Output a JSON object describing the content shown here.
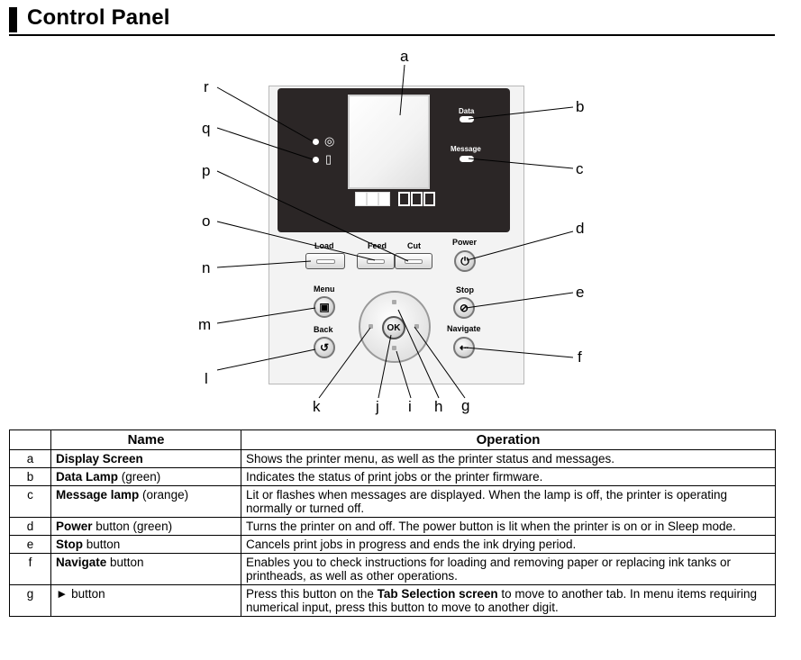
{
  "header": {
    "title": "Control Panel"
  },
  "panel": {
    "lamp_data": "Data",
    "lamp_message": "Message",
    "btn_load": "Load",
    "btn_feed": "Feed",
    "btn_cut": "Cut",
    "btn_power": "Power",
    "btn_menu": "Menu",
    "btn_stop": "Stop",
    "btn_back": "Back",
    "btn_navigate": "Navigate",
    "btn_ok": "OK",
    "icons": {
      "power": "power-icon",
      "stop": "stop-icon",
      "menu": "menu-icon",
      "back": "back-arrow-icon",
      "navigate": "navigate-icon",
      "roll": "roll-paper-icon",
      "sheet": "cut-sheet-icon"
    }
  },
  "callouts": {
    "a": "a",
    "b": "b",
    "c": "c",
    "d": "d",
    "e": "e",
    "f": "f",
    "g": "g",
    "h": "h",
    "i": "i",
    "j": "j",
    "k": "k",
    "l": "l",
    "m": "m",
    "n": "n",
    "o": "o",
    "p": "p",
    "q": "q",
    "r": "r"
  },
  "table": {
    "headers": [
      "",
      "Name",
      "Operation"
    ],
    "rows": [
      {
        "key": "a",
        "name": "Display Screen",
        "name_suffix": "",
        "operation": "Shows the printer menu, as well as the printer status and messages."
      },
      {
        "key": "b",
        "name": "Data Lamp",
        "name_suffix": " (green)",
        "operation": "Indicates the status of print jobs or the printer firmware."
      },
      {
        "key": "c",
        "name": "Message lamp",
        "name_suffix": " (orange)",
        "operation": "Lit or flashes when messages are displayed. When the lamp is off, the printer is operating normally or turned off."
      },
      {
        "key": "d",
        "name": "Power",
        "name_suffix": " button (green)",
        "operation": "Turns the printer on and off. The power button is lit when the printer is on or in Sleep mode."
      },
      {
        "key": "e",
        "name": "Stop",
        "name_suffix": " button",
        "operation": "Cancels print jobs in progress and ends the ink drying period."
      },
      {
        "key": "f",
        "name": "Navigate",
        "name_suffix": " button",
        "operation": "Enables you to check instructions for loading and removing paper or replacing ink tanks or printheads, as well as other operations."
      },
      {
        "key": "g",
        "name": "► button",
        "name_suffix": "",
        "operation_pre": "Press this button on the ",
        "operation_bold": "Tab Selection screen",
        "operation_post": " to move to another tab. In menu items requiring numerical input, press this button to move to another digit."
      }
    ]
  }
}
